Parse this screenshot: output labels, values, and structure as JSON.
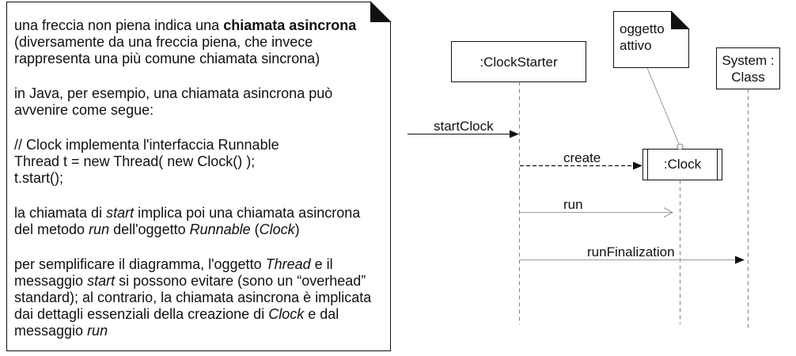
{
  "note": {
    "paragraphs": [
      [
        [
          "una freccia non piena indica una ",
          "chiamata asincrona"
        ],
        [
          "(diversamente da una freccia piena, che invece"
        ],
        [
          "rappresenta una più comune chiamata sincrona)"
        ]
      ],
      [
        [
          "in Java, per esempio, una chiamata asincrona può"
        ],
        [
          "avvenire come segue:"
        ]
      ],
      [
        [
          "// Clock implementa l'interfaccia Runnable"
        ],
        [
          "Thread t = new Thread( new Clock() );"
        ],
        [
          "t.start();"
        ]
      ],
      [
        [
          "la chiamata di ",
          "start",
          " implica poi una chiamata asincrona"
        ],
        [
          "del metodo ",
          "run",
          " dell'oggetto ",
          "Runnable",
          " (",
          "Clock",
          ")"
        ]
      ],
      [
        [
          "per semplificare il diagramma, l'oggetto ",
          "Thread",
          " e il"
        ],
        [
          "messaggio ",
          "start",
          " si possono evitare (sono un “overhead”"
        ],
        [
          "standard); al contrario, la chiamata asincrona è implicata"
        ],
        [
          "dai dettagli essenziali della creazione di ",
          "Clock",
          " e dal"
        ],
        [
          "messaggio ",
          "run"
        ]
      ]
    ]
  },
  "diagram": {
    "objects": {
      "clock_starter": ":ClockStarter",
      "clock": ":Clock",
      "system_class": [
        "System :",
        "Class"
      ]
    },
    "active_object_note": [
      "oggetto",
      "attivo"
    ],
    "messages": {
      "start_clock": "startClock",
      "create": "create",
      "run": "run",
      "run_finalization": "runFinalization"
    }
  },
  "colors": {
    "ink": "#111111",
    "gray_line": "#9a9a9a",
    "lifeline": "#808080",
    "paper": "#ffffff"
  }
}
